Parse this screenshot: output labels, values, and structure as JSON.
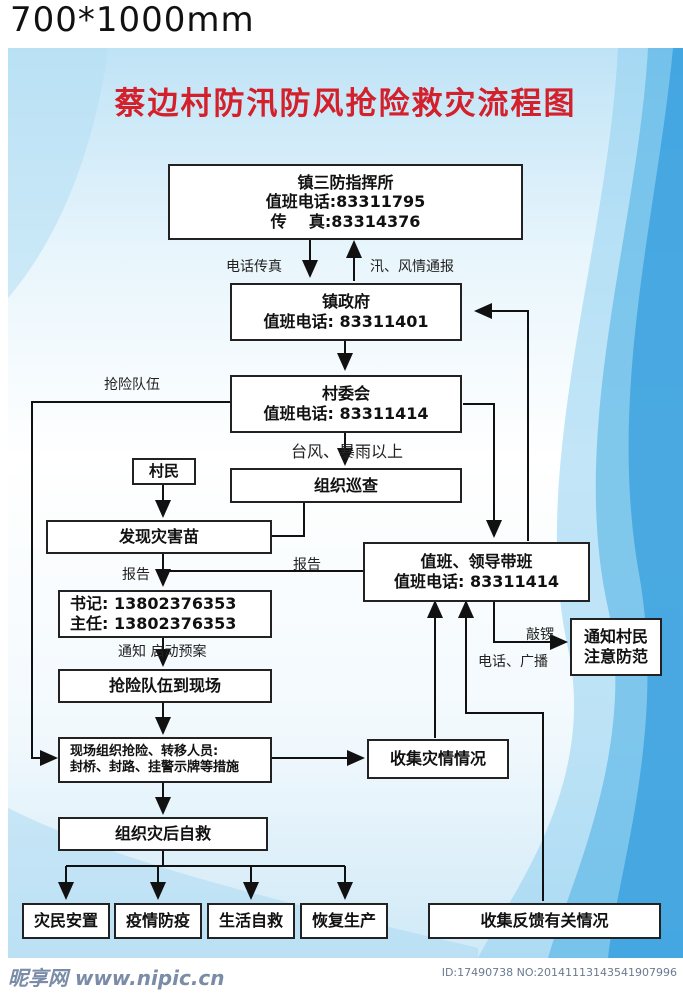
{
  "size_label": "700*1000mm",
  "title": "蔡边村防汛防风抢险救灾流程图",
  "boxes": {
    "town_hq": [
      "镇三防指挥所",
      "值班电话:83311795",
      "传    真:83314376"
    ],
    "town_gov": [
      "镇政府",
      "值班电话: 83311401"
    ],
    "village_committee": [
      "村委会",
      "值班电话: 83311414"
    ],
    "villagers": "村民",
    "patrol": "组织巡查",
    "discover": "发现灾害苗",
    "duty_leader": [
      "值班、领导带班",
      "值班电话: 83311414"
    ],
    "secretary": [
      "书记: 13802376353",
      "主任: 13802376353"
    ],
    "notify_villagers": [
      "通知村民",
      "注意防范"
    ],
    "team_arrive": "抢险队伍到现场",
    "onsite": [
      "现场组织抢险、转移人员:",
      "封桥、封路、挂警示牌等措施"
    ],
    "collect_disaster": "收集灾情情况",
    "self_rescue": "组织灾后自救",
    "resettle": "灾民安置",
    "epidemic": "疫情防疫",
    "production_self": "生活自救",
    "restore": "恢复生产",
    "collect_feedback": "收集反馈有关情况"
  },
  "labels": {
    "phone_fax": "电话传真",
    "flood_report": "汛、风情通报",
    "rescue_team": "抢险队伍",
    "typhoon": "台风、暴雨以上",
    "report_right": "报告",
    "report_down": "报告",
    "gong": "敲锣",
    "phone_broadcast": "电话、广播",
    "notify_plan": "通知 启动预案"
  },
  "footer": {
    "logo": "昵享网 www.nipic.cn",
    "id": "ID:17490738 NO:20141113143541907996"
  }
}
